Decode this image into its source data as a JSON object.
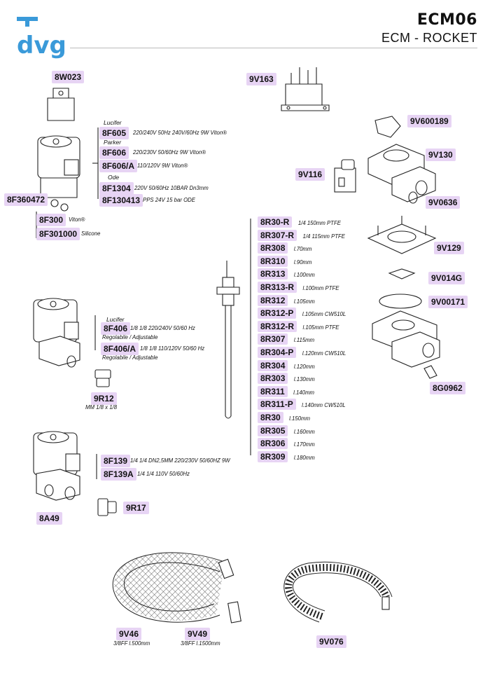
{
  "header": {
    "logo_text": "dvg",
    "model": "ECM06",
    "subtitle": "ECM - ROCKET"
  },
  "parts": {
    "p_8W023": {
      "code": "8W023"
    },
    "p_9V163": {
      "code": "9V163"
    },
    "p_9V600189": {
      "code": "9V600189"
    },
    "p_9V130": {
      "code": "9V130"
    },
    "p_9V116": {
      "code": "9V116"
    },
    "p_9V0636": {
      "code": "9V0636"
    },
    "p_9V129": {
      "code": "9V129"
    },
    "p_9V014G": {
      "code": "9V014G"
    },
    "p_9V00171": {
      "code": "9V00171"
    },
    "p_8G0962": {
      "code": "8G0962"
    },
    "p_8F360472": {
      "code": "8F360472"
    },
    "p_8F300": {
      "code": "8F300",
      "desc": "Viton®"
    },
    "p_8F301000": {
      "code": "8F301000",
      "desc": "Silicone"
    },
    "p_8F605": {
      "code": "8F605",
      "desc": "220/240V 50Hz 240V/60Hz 9W Viton®"
    },
    "p_8F606": {
      "code": "8F606",
      "desc": "220/230V 50/60Hz 9W Viton®"
    },
    "p_8F606A": {
      "code": "8F606/A",
      "desc": "110/120V 9W Viton®"
    },
    "p_8F1304": {
      "code": "8F1304",
      "desc": "220V 50/60Hz 10BAR Dn3mm"
    },
    "p_8F130413": {
      "code": "8F130413",
      "desc": "PPS 24V 15 bar  ODE"
    },
    "p_8F406": {
      "code": "8F406",
      "desc": "1/8 1/8 220/240V 50/60 Hz",
      "note": "Regolabile / Adjustable"
    },
    "p_8F406A": {
      "code": "8F406/A",
      "desc": "1/8 1/8 110/120V 50/60 Hz",
      "note": "Regolabile / Adjustable"
    },
    "p_9R12": {
      "code": "9R12",
      "desc": "MM 1/8 x 1/8"
    },
    "p_8F139": {
      "code": "8F139",
      "desc": "1/4 1/4 DN2,5MM 220/230V 50/60HZ 9W"
    },
    "p_8F139A": {
      "code": "8F139A",
      "desc": "1/4 1/4 110V 50/60Hz"
    },
    "p_9R17": {
      "code": "9R17"
    },
    "p_8A49": {
      "code": "8A49"
    },
    "p_9V46": {
      "code": "9V46",
      "desc": "3/8FF l.500mm"
    },
    "p_9V49": {
      "code": "9V49",
      "desc": "3/8FF l.1500mm"
    },
    "p_9V076": {
      "code": "9V076"
    }
  },
  "brands": {
    "lucifer_1": "Lucifer",
    "parker": "Parker",
    "ode": "Ode",
    "lucifer_2": "Lucifer"
  },
  "probes": [
    {
      "code": "8R30-R",
      "desc": "1/4 150mm PTFE"
    },
    {
      "code": "8R307-R",
      "desc": "1/4 115mm PTFE"
    },
    {
      "code": "8R308",
      "desc": "l.70mm"
    },
    {
      "code": "8R310",
      "desc": "l.90mm"
    },
    {
      "code": "8R313",
      "desc": "l.100mm"
    },
    {
      "code": "8R313-R",
      "desc": "l.100mm PTFE"
    },
    {
      "code": "8R312",
      "desc": "l.105mm"
    },
    {
      "code": "8R312-P",
      "desc": "l.105mm CW510L"
    },
    {
      "code": "8R312-R",
      "desc": "l.105mm PTFE"
    },
    {
      "code": "8R307",
      "desc": "l.115mm"
    },
    {
      "code": "8R304-P",
      "desc": "l.120mm CW510L"
    },
    {
      "code": "8R304",
      "desc": "l.120mm"
    },
    {
      "code": "8R303",
      "desc": "l.130mm"
    },
    {
      "code": "8R311",
      "desc": "l.140mm"
    },
    {
      "code": "8R311-P",
      "desc": "l.140mm CW510L"
    },
    {
      "code": "8R30",
      "desc": "l.150mm"
    },
    {
      "code": "8R305",
      "desc": "l.160mm"
    },
    {
      "code": "8R306",
      "desc": "l.170mm"
    },
    {
      "code": "8R309",
      "desc": "l.180mm"
    }
  ],
  "colors": {
    "label_bg": "#e7d4f4",
    "logo_blue": "#3a9ad9"
  }
}
